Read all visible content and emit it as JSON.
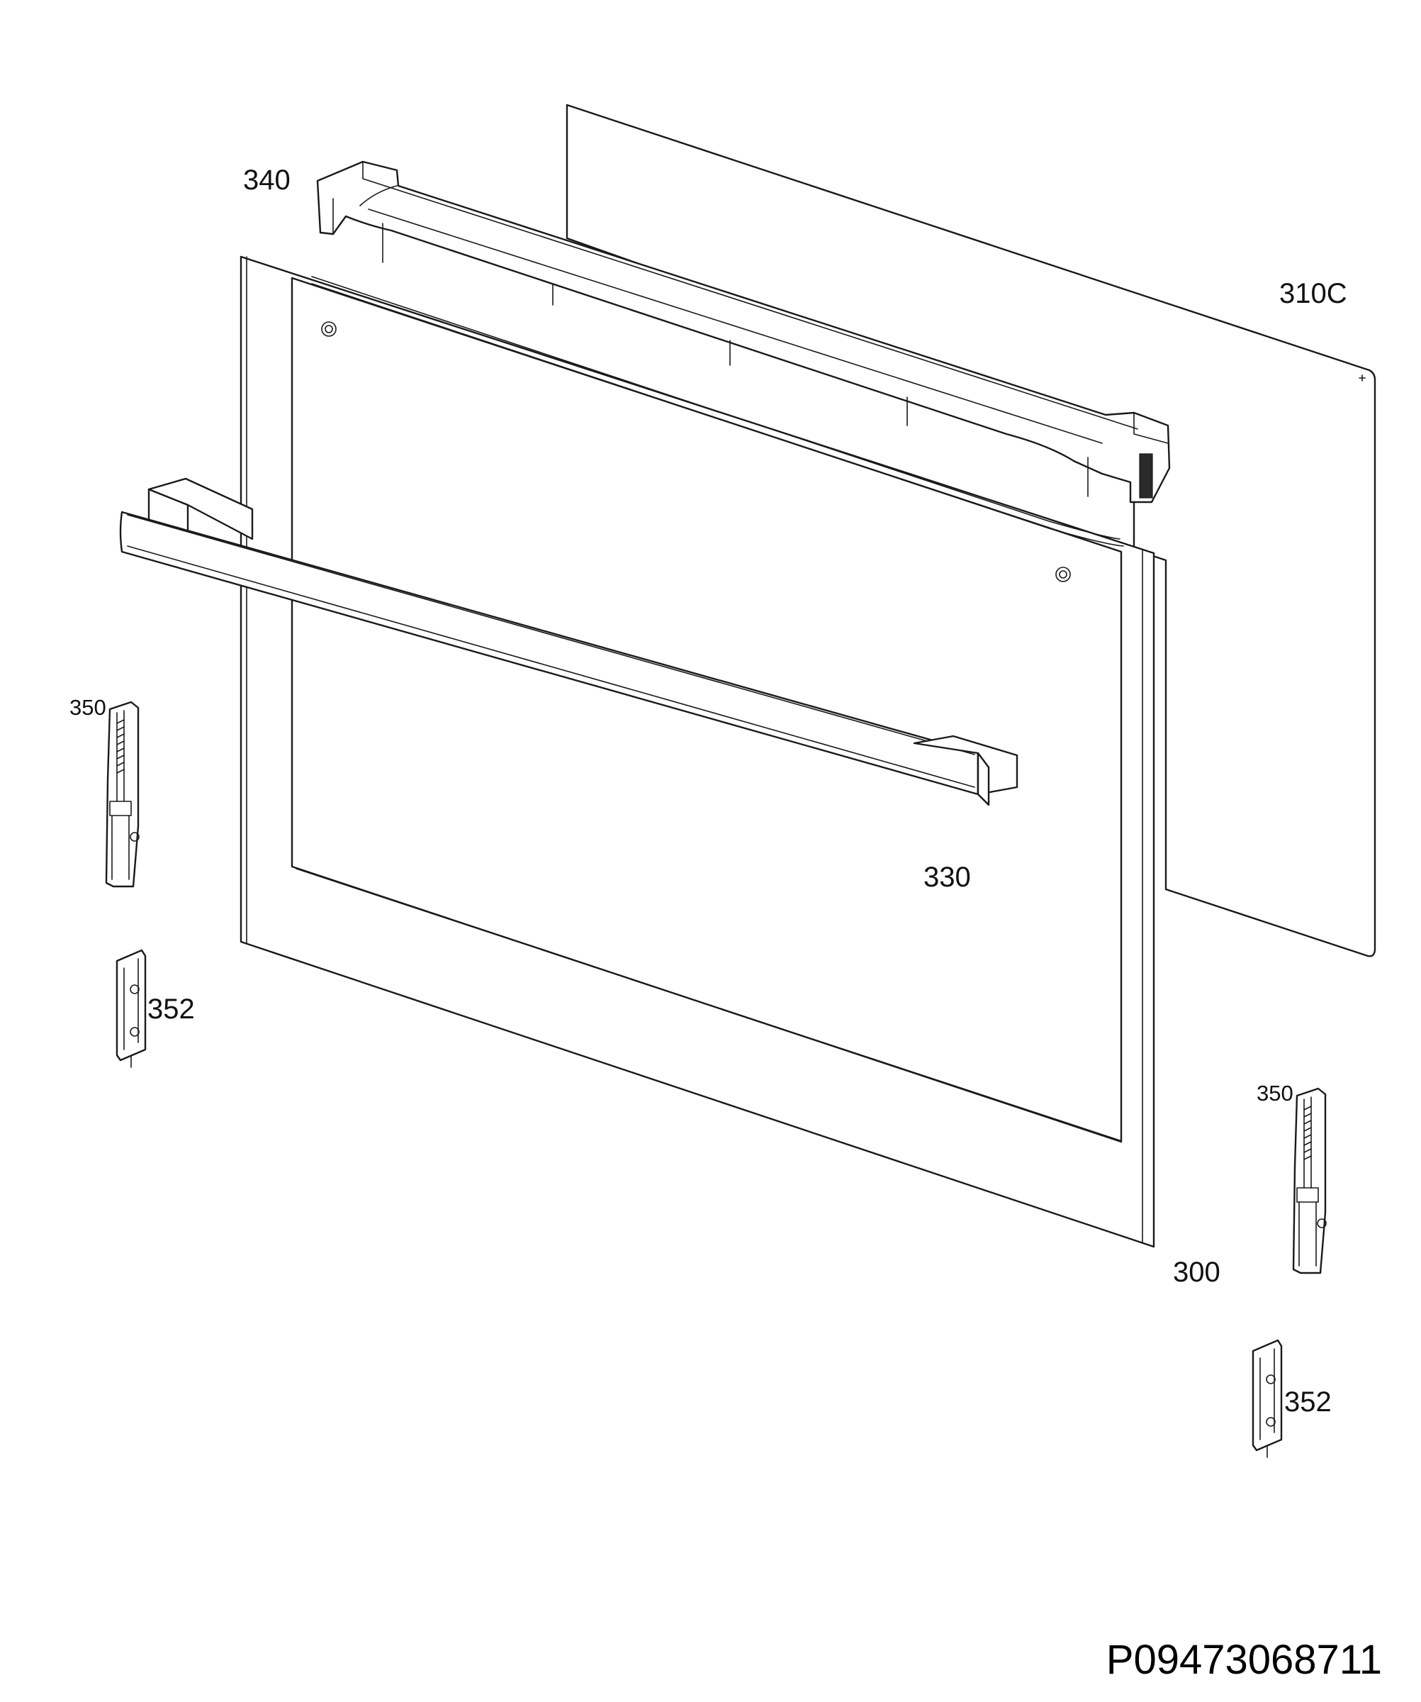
{
  "diagram": {
    "labels": {
      "glass_back": "310C",
      "top_profile": "340",
      "handle": "330",
      "door_frame": "300",
      "hinge_left": "350",
      "hinge_cover_left": "352",
      "hinge_right": "350",
      "hinge_cover_right": "352"
    },
    "drawing_code": "P09473068711",
    "colors": {
      "line": "#1a1a1a",
      "background": "#ffffff"
    }
  }
}
